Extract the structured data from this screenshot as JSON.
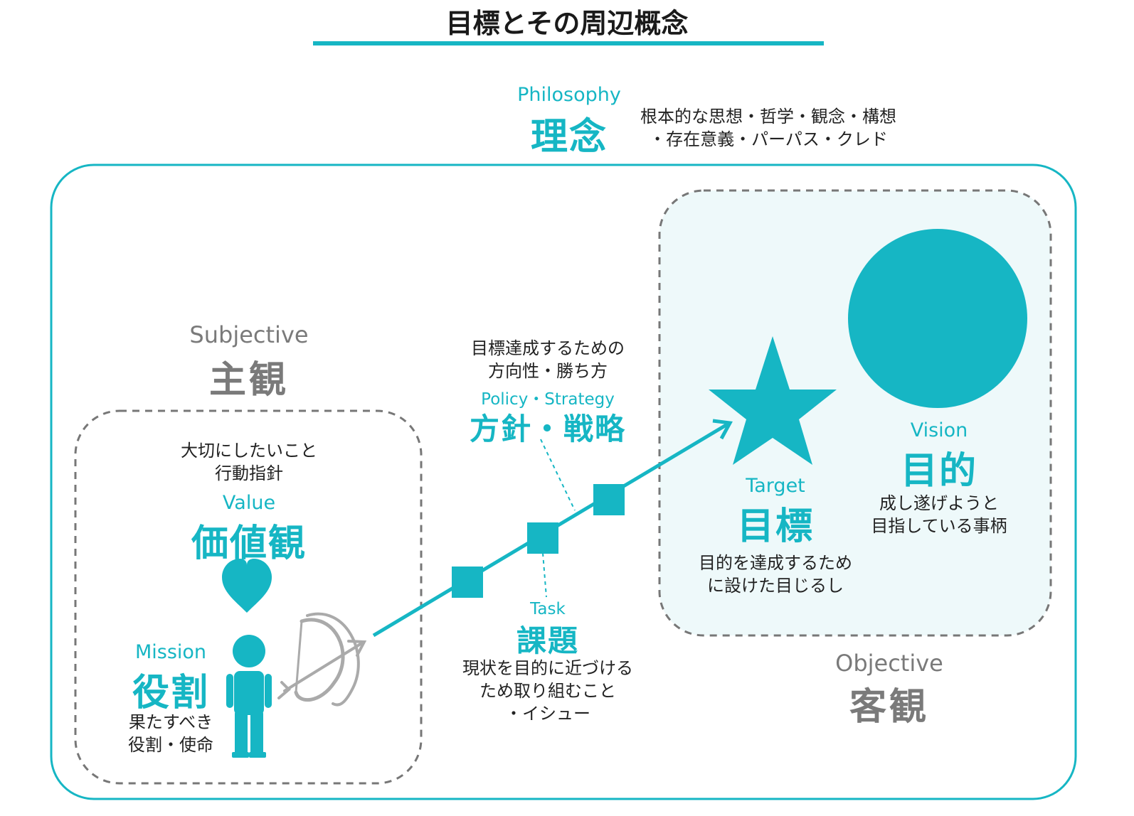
{
  "title": "目標とその周辺概念",
  "colors": {
    "accent": "#16b6c4",
    "objective_bg": "#eef9fa",
    "dashed": "#777777",
    "gray_text": "#7a7a7a"
  },
  "philosophy": {
    "en": "Philosophy",
    "jp": "理念",
    "desc": [
      "根本的な思想・哲学・観念・構想",
      "・存在意義・パーパス・クレド"
    ]
  },
  "subjective": {
    "en": "Subjective",
    "jp": "主観"
  },
  "objective": {
    "en": "Objective",
    "jp": "客観"
  },
  "value": {
    "en": "Value",
    "jp": "価値観",
    "desc": [
      "大切にしたいこと",
      "行動指針"
    ],
    "icon": "heart-icon"
  },
  "mission": {
    "en": "Mission",
    "jp": "役割",
    "desc": [
      "果たすべき",
      "役割・使命"
    ],
    "icon": "person-icon"
  },
  "policy": {
    "en": "Policy・Strategy",
    "jp": "方針・戦略",
    "desc": [
      "目標達成するための",
      "方向性・勝ち方"
    ]
  },
  "task": {
    "en": "Task",
    "jp": "課題",
    "desc": [
      "現状を目的に近づける",
      "ため取り組むこと",
      "・イシュー"
    ]
  },
  "target": {
    "en": "Target",
    "jp": "目標",
    "desc": [
      "目的を達成するため",
      "に設けた目じるし"
    ],
    "icon": "star-icon"
  },
  "vision": {
    "en": "Vision",
    "jp": "目的",
    "desc": [
      "成し遂げようと",
      "目指している事柄"
    ],
    "icon": "circle-icon"
  },
  "icons": {
    "bow": "bow-and-arrow-icon",
    "path_arrow": "arrow-path"
  }
}
